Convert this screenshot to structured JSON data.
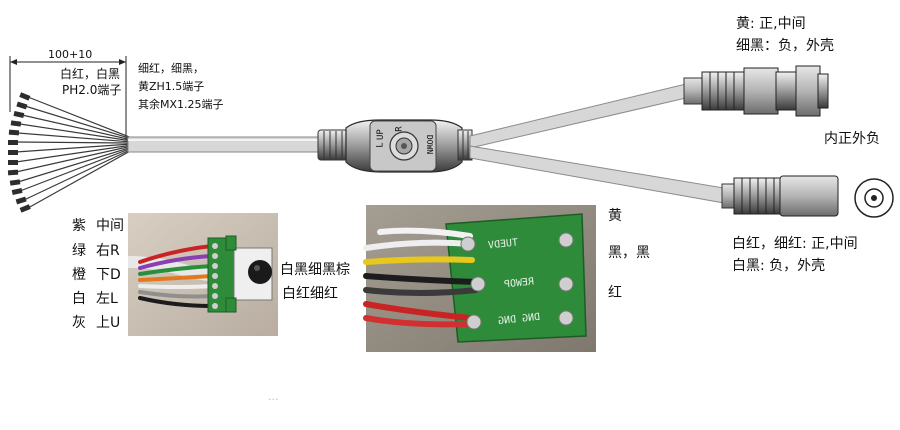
{
  "dimension": {
    "length_label": "100+10"
  },
  "labels": {
    "tail_terminal_line1": "白红，白黑",
    "tail_terminal_line2": "PH2.0端子",
    "mid_terminal_line1": "细红，细黑，",
    "mid_terminal_line2": "黄ZH1.5端子",
    "mid_terminal_line3": "其余MX1.25端子",
    "bnc_line1": "黄:    正,中间",
    "bnc_line2": "细黑：负，外壳",
    "dc_polarity": "内正外负",
    "power_line1": "白红，细红:    正,中间",
    "power_line2": "白黑:             负，外壳"
  },
  "osd_wires": [
    {
      "color_name": "紫",
      "function": "中间"
    },
    {
      "color_name": "绿",
      "function": "右R"
    },
    {
      "color_name": "橙",
      "function": "下D"
    },
    {
      "color_name": "白",
      "function": "左L"
    },
    {
      "color_name": "灰",
      "function": "上U"
    }
  ],
  "board_left_labels": {
    "line1": "白黑细黑棕",
    "line2": "白红细红"
  },
  "board_right_labels": {
    "yellow": "黄",
    "black": "黑，黑",
    "red": "红"
  },
  "joystick_markings": {
    "up": "UP",
    "left": "L",
    "right": "R",
    "down": "DOWN"
  },
  "pcb_silkscreen": {
    "row1": "TUEDV",
    "row2": "REWOP",
    "row3": "DNG DNG"
  },
  "colors": {
    "cable": "#c9c9c9",
    "cable_dark": "#5a5a5a",
    "pcb": "#2e8b3a",
    "wire_purple": "#8a3fb0",
    "wire_green": "#2a8f3a",
    "wire_orange": "#e07a20",
    "wire_white": "#eeeeee",
    "wire_grey": "#8f8f8f",
    "wire_yellow": "#e8c81c",
    "wire_black": "#1c1c1c",
    "wire_red": "#c82424"
  }
}
